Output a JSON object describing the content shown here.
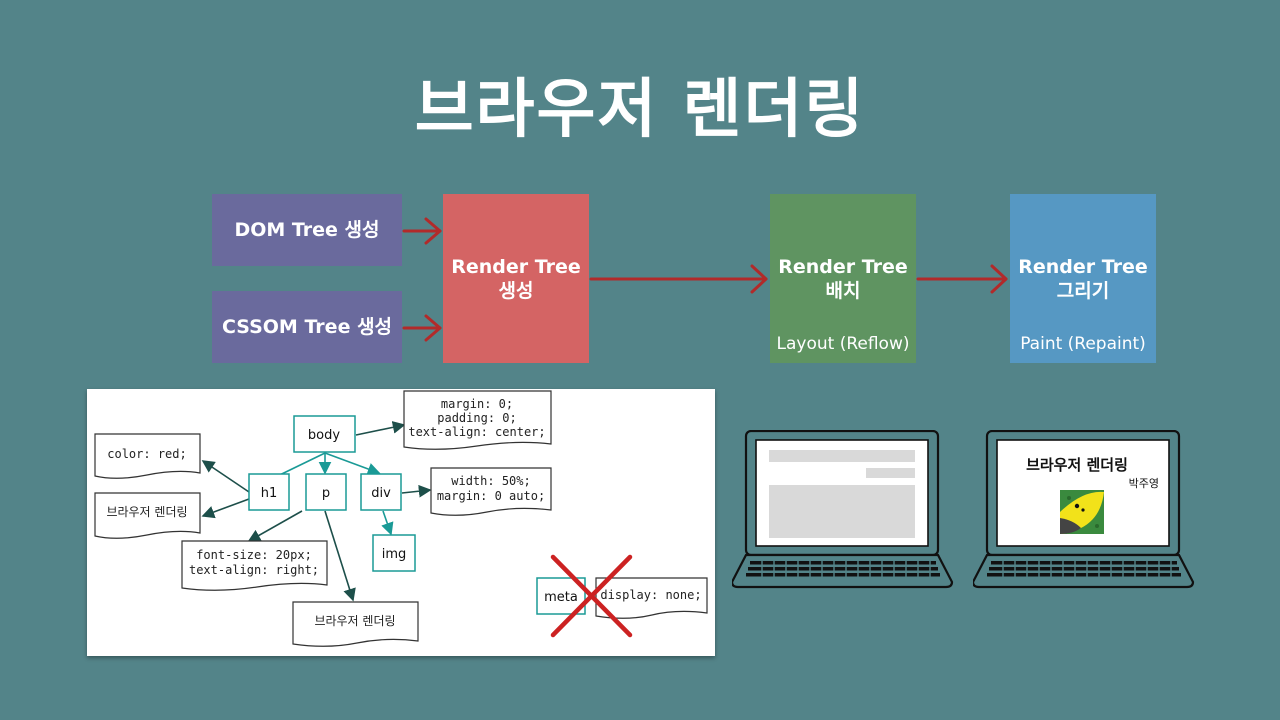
{
  "title": "브라우저 렌더링",
  "flow": {
    "dom_tree": "DOM Tree 생성",
    "cssom_tree": "CSSOM Tree 생성",
    "render_tree": {
      "line1": "Render Tree",
      "line2": "생성"
    },
    "layout": {
      "line1": "Render Tree",
      "line2": "배치",
      "caption": "Layout (Reflow)"
    },
    "paint": {
      "line1": "Render Tree",
      "line2": "그리기",
      "caption": "Paint (Repaint)"
    }
  },
  "colors": {
    "background": "#538489",
    "dom_box": "#6a6a9d",
    "render_box": "#d46464",
    "layout_box": "#5f9461",
    "paint_box": "#5698c3",
    "arrow": "#b22a2a",
    "tree_line": "#1a9a96",
    "cross": "#cc2222"
  },
  "render_tree_diagram": {
    "nodes": {
      "body": "body",
      "h1": "h1",
      "p": "p",
      "div": "div",
      "img": "img",
      "meta": "meta"
    },
    "notes": {
      "body_style": [
        "margin: 0;",
        "padding: 0;",
        "text-align: center;"
      ],
      "h1_color": [
        "color: red;"
      ],
      "h1_text": [
        "브라우저 렌더링"
      ],
      "p_style": [
        "font-size: 20px;",
        "text-align: right;"
      ],
      "p_text": [
        "브라우저 렌더링"
      ],
      "div_style": [
        "width: 50%;",
        "margin: 0 auto;"
      ],
      "meta_style": [
        "display: none;"
      ]
    }
  },
  "laptop_rendered": {
    "heading": "브라우저 렌더링",
    "author": "박주영"
  }
}
